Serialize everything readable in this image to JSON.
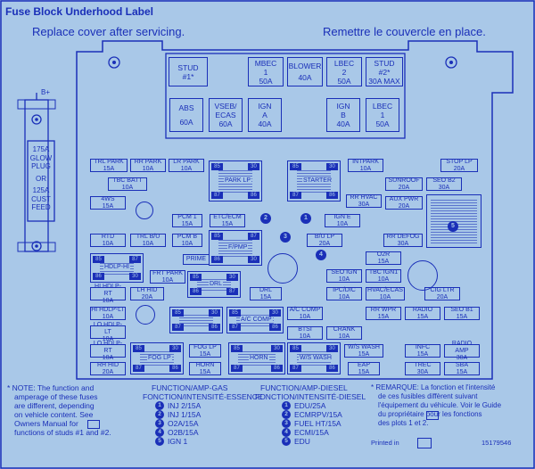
{
  "header": {
    "title": "Fuse Block  Underhood Label",
    "instruction_en": "Replace cover after servicing.",
    "instruction_fr": "Remettre le couvercle en place."
  },
  "left_panel": {
    "bplus": "B+",
    "glow_line1": "175A",
    "glow_line2": "GLOW",
    "glow_line3": "PLUG",
    "or": "OR",
    "cust_line1": "125A",
    "cust_line2": "CUST",
    "cust_line3": "FEED"
  },
  "top_fuses": {
    "stud1_l1": "STUD",
    "stud1_l2": "#1*",
    "mbec1_l1": "MBEC",
    "mbec1_l2": "1",
    "mbec1_l3": "50A",
    "blower_l1": "BLOWER",
    "blower_l2": "40A",
    "lbec2_l1": "LBEC",
    "lbec2_l2": "2",
    "lbec2_l3": "50A",
    "stud2_l1": "STUD",
    "stud2_l2": "#2*",
    "stud2_l3": "30A MAX",
    "abs_l1": "ABS",
    "abs_l2": "60A",
    "vseb_l1": "VSEB/",
    "vseb_l2": "ECAS",
    "vseb_l3": "60A",
    "ign_a_l1": "IGN",
    "ign_a_l2": "A",
    "ign_a_l3": "40A",
    "ign_b_l1": "IGN",
    "ign_b_l2": "B",
    "ign_b_l3": "40A",
    "lbec1_l1": "LBEC",
    "lbec1_l2": "1",
    "lbec1_l3": "50A"
  },
  "fuses": {
    "trl_park": [
      "TRL PARK",
      "15A"
    ],
    "rr_park": [
      "RR PARK",
      "10A"
    ],
    "lr_park": [
      "LR PARK",
      "10A"
    ],
    "tbc_batt": [
      "TBC BATT",
      "10A"
    ],
    "4ws": [
      "4WS",
      "15A"
    ],
    "rtd": [
      "RTD",
      "10A"
    ],
    "trl_bu": [
      "TRL B/U",
      "10A"
    ],
    "pcm1": [
      "PCM 1",
      "15A"
    ],
    "etc_ecm": [
      "ETC/ECM",
      "15A"
    ],
    "pcm_b": [
      "PCM B",
      "10A"
    ],
    "prime": [
      "PRIME"
    ],
    "frt_park": [
      "FRT PARK",
      "10A"
    ],
    "hi_hdlp_rt": [
      "HI HDLP-RT",
      "10A"
    ],
    "lh_hid": [
      "LH HID",
      "20A"
    ],
    "hi_hdlp_lt": [
      "HI HDLP-LT",
      "10A"
    ],
    "lo_hdlp_lt": [
      "LO HDLP-LT",
      "10A"
    ],
    "lo_hdlp_rt": [
      "LO HDLP-RT",
      "10A"
    ],
    "rh_hid": [
      "RH HID",
      "20A"
    ],
    "drl": [
      "DRL",
      "15A"
    ],
    "intpark": [
      "INTPARK",
      "10A"
    ],
    "stop_lp": [
      "STOP LP",
      "20A"
    ],
    "rr_hvac": [
      "RR HVAC",
      "30A"
    ],
    "sunroof": [
      "SUNROOF",
      "20A"
    ],
    "seo_b2": [
      "SEO B2",
      "30A"
    ],
    "aux_pwr": [
      "AUX PWR",
      "20A"
    ],
    "ign_e": [
      "IGN E",
      "10A"
    ],
    "b_u_lp": [
      "B/U LP",
      "20A"
    ],
    "rr_defog": [
      "RR DEFOG",
      "30A"
    ],
    "o2r": [
      "O2R",
      "15A"
    ],
    "seo_ign": [
      "SEO IGN",
      "10A"
    ],
    "tbc_ign1": [
      "TBC IGN1",
      "10A"
    ],
    "ipc_dic": [
      "IPC/DIC",
      "10A"
    ],
    "hvac_ecas": [
      "HVAC/ECAS",
      "10A"
    ],
    "cig_ltr": [
      "CIG LTR",
      "20A"
    ],
    "a_c_comp": [
      "A/C COMP",
      "10A"
    ],
    "rr_wpr": [
      "RR WPR",
      "15A"
    ],
    "radio": [
      "RADIO",
      "15A"
    ],
    "seo_b1": [
      "SEO B1",
      "15A"
    ],
    "btsi": [
      "BTSI",
      "10A"
    ],
    "crank": [
      "CRANK",
      "10A"
    ],
    "fog_lp": [
      "FOG LP",
      "15A"
    ],
    "horn": [
      "HORN",
      "15A"
    ],
    "w_s_wash": [
      "W/S WASH",
      "15A"
    ],
    "eap": [
      "EAP",
      "15A"
    ],
    "infc": [
      "INFC",
      "15A"
    ],
    "radio_amp": [
      "RADIO AMP",
      "30A"
    ],
    "trec": [
      "TREC",
      "30A"
    ],
    "sba": [
      "SBA",
      "15A"
    ]
  },
  "relays": {
    "park_lp": "PARK LP",
    "starter": "STARTER",
    "fuel_pump": "F/PMP",
    "hdlp_hi": "HDLP-HI",
    "drl_relay": "DRL",
    "a_c_comp": "A/C COMP",
    "horn": "HORN",
    "fog_lp": "FOG LP",
    "w_s_wash": "W/S WASH",
    "pin85": "85",
    "pin86": "86",
    "pin87": "87",
    "pin30": "30"
  },
  "markers": {
    "m1": "1",
    "m2": "2",
    "m3": "3",
    "m4": "4",
    "m5": "5"
  },
  "footer": {
    "note_en": [
      "* NOTE:  The function and",
      "amperage of these fuses",
      "are different, depending",
      "on vehicle content.  See",
      "Owners Manual      for",
      "functions of studs #1 and #2."
    ],
    "gas_title1": "FUNCTION/AMP-GAS",
    "gas_title2": "FONCTION/INTENSITÉ-ESSENCE",
    "gas_items": [
      {
        "n": "1",
        "t": "INJ 2/15A"
      },
      {
        "n": "2",
        "t": "INJ 1/15A"
      },
      {
        "n": "3",
        "t": "O2A/15A"
      },
      {
        "n": "4",
        "t": "O2B/15A"
      },
      {
        "n": "5",
        "t": "IGN 1"
      }
    ],
    "diesel_title1": "FUNCTION/AMP-DIESEL",
    "diesel_title2": "FONCTION/INTENSITÉ-DIESEL",
    "diesel_items": [
      {
        "n": "1",
        "t": "EDU/25A"
      },
      {
        "n": "2",
        "t": "ECMRPV/15A"
      },
      {
        "n": "3",
        "t": "FUEL HT/15A"
      },
      {
        "n": "4",
        "t": "ECMI/15A"
      },
      {
        "n": "5",
        "t": "EDU"
      }
    ],
    "note_fr": [
      "* REMARQUE:  La fonction et l'intensité",
      "de ces fusibles diffèrent suivant",
      "l'équipement du véhicule. Voir le Guide",
      "du propriétaire       pour les fonctions",
      "des plots 1 et 2."
    ],
    "printed_in": "Printed in",
    "part_number": "15179546"
  },
  "colors": {
    "background": "#a9c8e8",
    "ink": "#1a2fb8"
  }
}
